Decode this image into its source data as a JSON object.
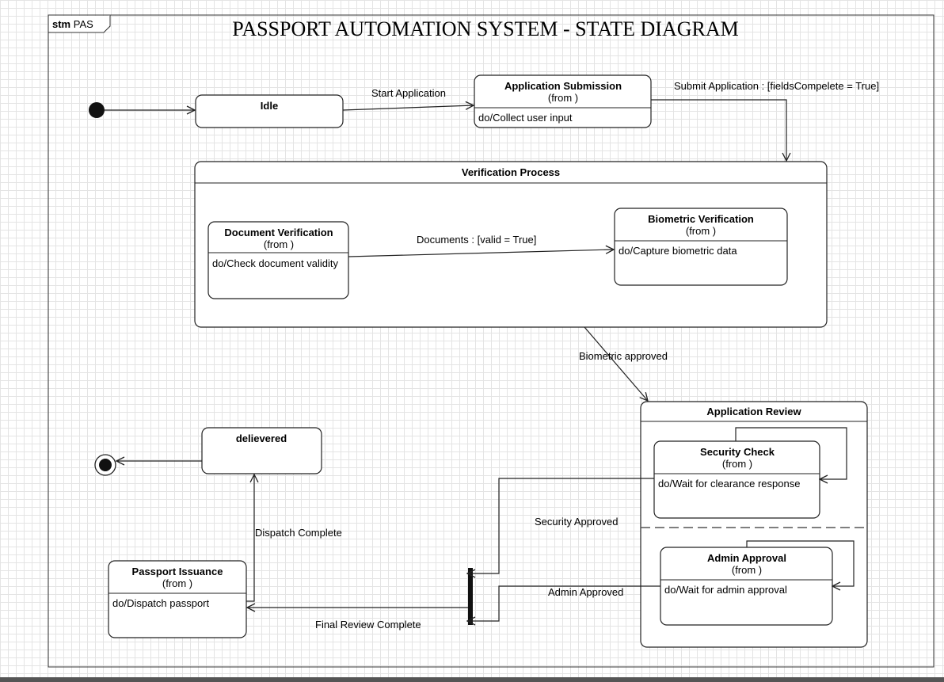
{
  "diagram": {
    "title": "PASSPORT AUTOMATION SYSTEM - STATE DIAGRAM",
    "frame": {
      "keyword": "stm",
      "name": "PAS"
    },
    "states": {
      "idle": {
        "name": "Idle"
      },
      "app_submission": {
        "name": "Application Submission",
        "from": "(from )",
        "activity": "do/Collect user input"
      },
      "verification": {
        "name": "Verification Process"
      },
      "doc_verification": {
        "name": "Document Verification",
        "from": "(from )",
        "activity": "do/Check document validity"
      },
      "bio_verification": {
        "name": "Biometric Verification",
        "from": "(from )",
        "activity": "do/Capture biometric data"
      },
      "app_review": {
        "name": "Application Review"
      },
      "security_check": {
        "name": "Security Check",
        "from": "(from )",
        "activity": "do/Wait for clearance response"
      },
      "admin_approval": {
        "name": "Admin Approval",
        "from": "(from )",
        "activity": "do/Wait for admin approval"
      },
      "delivered": {
        "name": "delievered"
      },
      "passport_issuance": {
        "name": "Passport Issuance",
        "from": "(from )",
        "activity": "do/Dispatch passport"
      }
    },
    "transitions": {
      "start_application": "Start Application",
      "submit_application": "Submit Application  :  [fieldsCompelete = True]",
      "documents": "Documents :  [valid = True]",
      "biometric_approved": "Biometric approved",
      "security_approved": "Security Approved",
      "admin_approved": "Admin Approved",
      "final_review": "Final Review Complete",
      "dispatch_complete": "Dispatch Complete"
    },
    "colors": {
      "line": "#222222",
      "state_fill": "#ffffff",
      "dashed_divider": "#555555"
    }
  }
}
